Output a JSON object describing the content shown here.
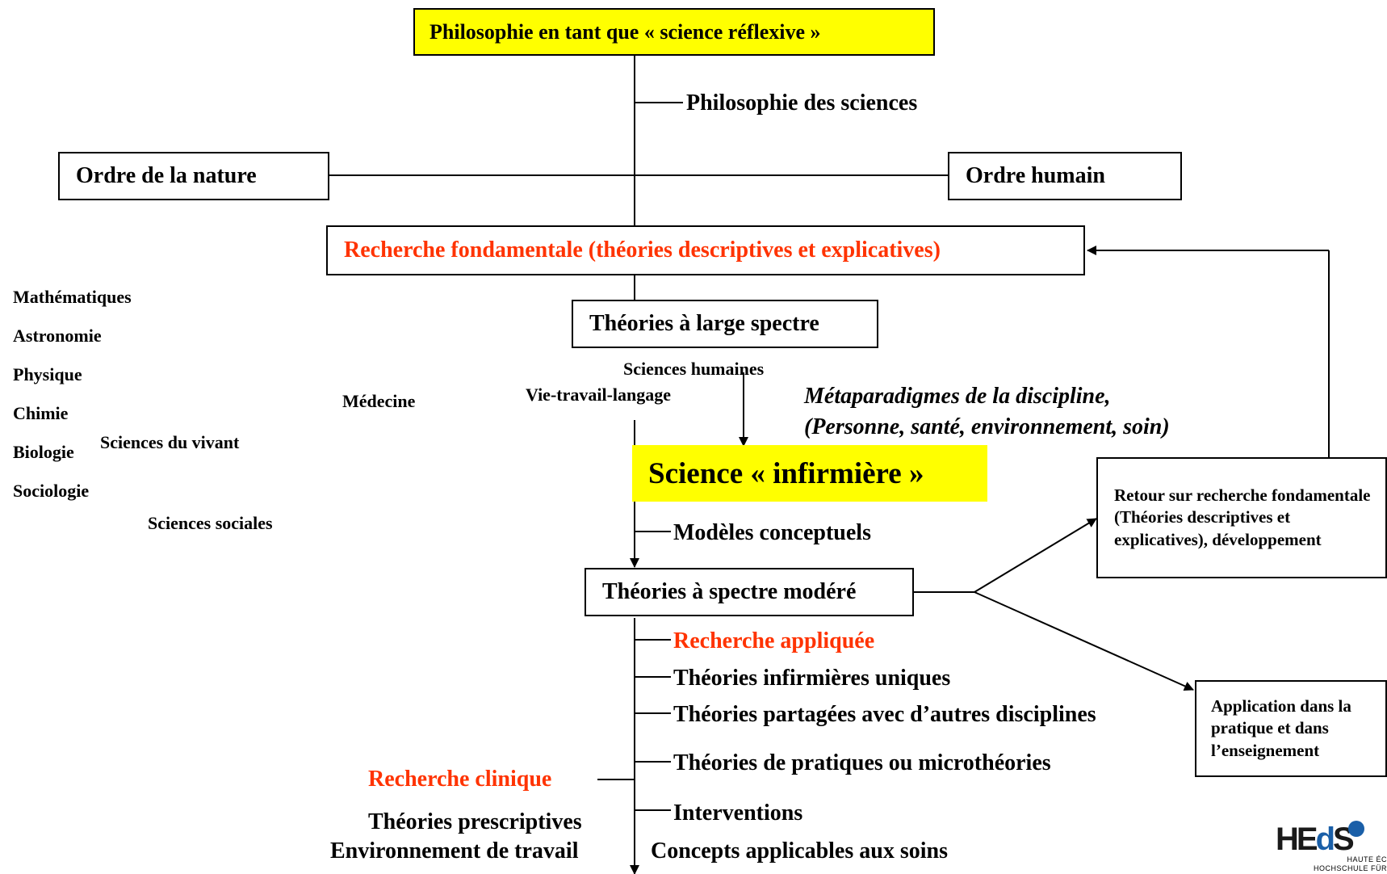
{
  "title_box": "Philosophie en tant que « science réflexive »",
  "philo_sciences": "Philosophie des sciences",
  "ordre_nature": "Ordre de la nature",
  "ordre_humain": "Ordre humain",
  "recherche_fondamentale": "Recherche fondamentale (théories descriptives et  explicatives)",
  "theories_large": "Théories à large spectre",
  "left_list": [
    "Mathématiques",
    "Astronomie",
    "Physique",
    "Chimie",
    "Biologie",
    "Sociologie"
  ],
  "sciences_vivant": "Sciences du vivant",
  "sciences_sociales": "Sciences sociales",
  "medecine": "Médecine",
  "sciences_humaines": "Sciences humaines",
  "vie_travail": "Vie-travail-langage",
  "metaparadigmes": [
    "Métaparadigmes de la discipline,",
    "(Personne, santé, environnement, soin)"
  ],
  "science_infirmiere": "Science « infirmière »",
  "modeles": "Modèles conceptuels",
  "theories_modere": "Théories à spectre modéré",
  "retour": "Retour sur recherche fondamentale (Théories descriptives et explicatives), développement",
  "application": "Application dans la pratique et dans l’enseignement",
  "recherche_appliquee": "Recherche appliquée",
  "branches": [
    "Théories infirmières uniques",
    "Théories partagées avec d’autres disciplines",
    "Théories de pratiques ou microthéories",
    "Interventions"
  ],
  "concepts": "Concepts applicables aux soins",
  "recherche_clinique": "Recherche clinique",
  "theories_prescriptives": "Théories prescriptives",
  "environnement": "Environnement de travail",
  "logo": {
    "word_a": "HE",
    "word_d": "d",
    "word_s": "S",
    "line1": "HAUTE ÉC",
    "line2": "HOCHSCHULE FÜR"
  },
  "colors": {
    "highlight": "#ffff00",
    "red_text": "#ff3300",
    "logo_blue": "#1a5fa8"
  }
}
